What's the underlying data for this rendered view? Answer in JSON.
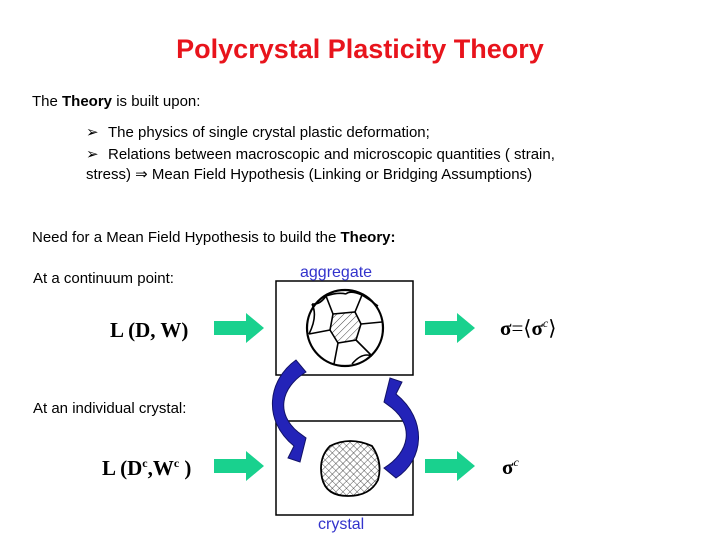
{
  "slide": {
    "title": "Polycrystal Plasticity Theory",
    "intro": {
      "prefix": "The ",
      "bold": "Theory",
      "suffix": " is built upon:"
    },
    "bullets": [
      {
        "marker": "➢",
        "text": "The physics of single crystal plastic deformation;"
      },
      {
        "marker": "➢",
        "text": "Relations between  macroscopic and microscopic quantities ( strain,"
      }
    ],
    "bullet2_cont": {
      "pre": "stress) ",
      "arrow": "⇒",
      "post": " Mean Field Hypothesis (Linking or Bridging Assumptions)"
    },
    "need": {
      "text": "Need for a Mean Field Hypothesis to build the ",
      "bold": "Theory:"
    },
    "continuum_label": "At a continuum point:",
    "crystal_label": "At an individual crystal:",
    "aggregate_label": "aggregate",
    "crystal_box_label": "crystal",
    "eq_continuum": "L (D, W)",
    "eq_sigma_avg": {
      "lhs": "σ",
      "eq": "=",
      "open": "⟨",
      "sigma": "σ",
      "sup": "c",
      "close": "⟩"
    },
    "eq_crystal": {
      "pre": "L (D",
      "sup1": "c",
      "mid": ",W",
      "sup2": "c",
      "post": " )"
    },
    "eq_sigma_c": {
      "sigma": "σ",
      "sup": "c"
    }
  },
  "colors": {
    "title": "#e8141c",
    "green_arrow": "#19d18e",
    "blue_arrow": "#2323b8",
    "label_blue": "#3333cc"
  }
}
